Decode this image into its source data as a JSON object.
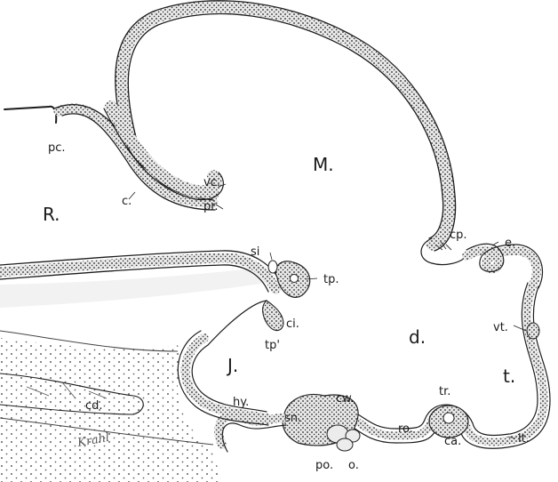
{
  "figure": {
    "labels": {
      "M": "M.",
      "R": "R.",
      "d": "d.",
      "t": "t.",
      "J": "J.",
      "pc": "pc.",
      "c": "c.",
      "vc": "vc.",
      "pr": "pr.",
      "cp": "cp.",
      "e": "e.",
      "vt": "vt.",
      "lt": "lt.",
      "si": "si",
      "tp": "tp.",
      "tp2": "tp'",
      "ci": "ci.",
      "hy": "hy.",
      "sn": "sn.",
      "cw": "cw.",
      "tr": "tr.",
      "ro": "ro.",
      "ca": "ca.",
      "po": "po.",
      "o": "o.",
      "cd": "cd."
    },
    "signature": "Krahl"
  }
}
